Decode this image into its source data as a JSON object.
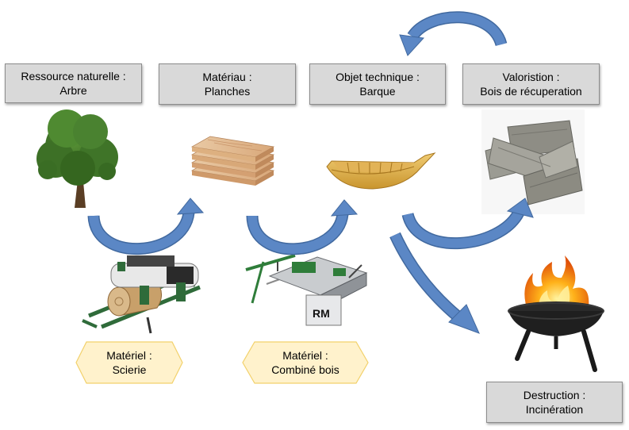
{
  "boxes": {
    "resource": {
      "line1": "Ressource naturelle :",
      "line2": "Arbre"
    },
    "material": {
      "line1": "Matériau :",
      "line2": "Planches"
    },
    "object": {
      "line1": "Objet technique :",
      "line2": "Barque"
    },
    "recovery": {
      "line1": "Valoristion :",
      "line2": "Bois de récuperation"
    },
    "destruction": {
      "line1": "Destruction :",
      "line2": "Incinération"
    }
  },
  "equipment": {
    "sawmill": {
      "line1": "Matériel :",
      "line2": "Scierie"
    },
    "combined": {
      "line1": "Matériel :",
      "line2": "Combiné bois"
    }
  },
  "colors": {
    "arrow": "#5b87c5",
    "arrow_edge": "#41699f",
    "box_fill": "#d9d9d9",
    "hex_fill": "#fff2cc",
    "hex_edge": "#f2d16b"
  }
}
